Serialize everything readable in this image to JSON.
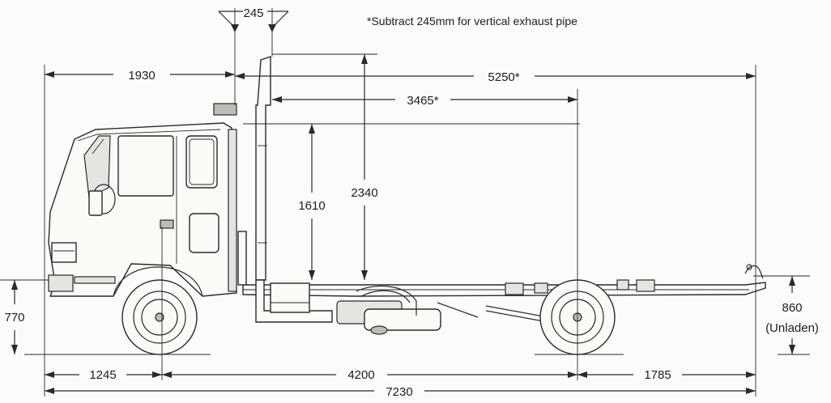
{
  "note": "*Subtract 245mm for vertical exhaust pipe",
  "dimensions": {
    "exhaust_offset": "245",
    "cab_front_to_back": "1930",
    "back_of_cab_to_rear": "5250*",
    "back_of_cab_to_rear_axle": "3465*",
    "exhaust_height": "2340",
    "cab_height": "1610",
    "frame_height_front": "770",
    "frame_height_rear": "860",
    "frame_height_rear_note": "(Unladen)",
    "front_overhang": "1245",
    "wheelbase": "4200",
    "rear_overhang": "1785",
    "overall_length": "7230"
  }
}
